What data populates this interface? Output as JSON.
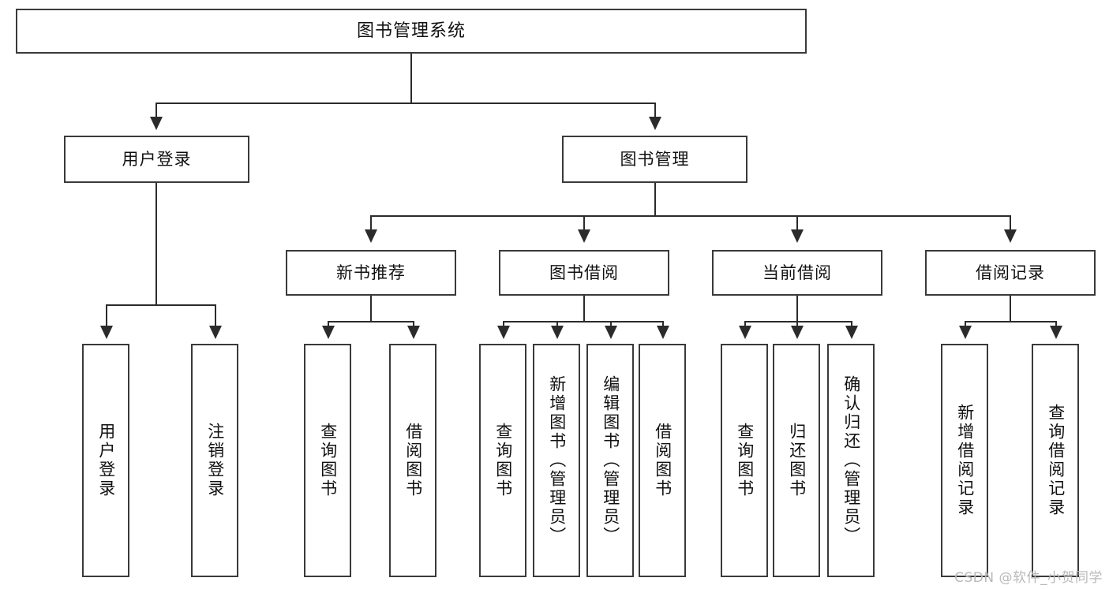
{
  "diagram": {
    "title": "图书管理系统",
    "watermark": "CSDN @软件_小贺同学",
    "levels": {
      "root": {
        "label": "图书管理系统"
      },
      "level2": [
        {
          "label": "用户登录"
        },
        {
          "label": "图书管理"
        }
      ],
      "level3": [
        {
          "label": "新书推荐"
        },
        {
          "label": "图书借阅"
        },
        {
          "label": "当前借阅"
        },
        {
          "label": "借阅记录"
        }
      ],
      "leaves": [
        {
          "label": "用户登录"
        },
        {
          "label": "注销登录"
        },
        {
          "label": "查询图书"
        },
        {
          "label": "借阅图书"
        },
        {
          "label": "查询图书"
        },
        {
          "label": "新增图书（管理员）"
        },
        {
          "label": "编辑图书（管理员）"
        },
        {
          "label": "借阅图书"
        },
        {
          "label": "查询图书"
        },
        {
          "label": "归还图书"
        },
        {
          "label": "确认归还（管理员）"
        },
        {
          "label": "新增借阅记录"
        },
        {
          "label": "查询借阅记录"
        }
      ]
    },
    "colors": {
      "box_border": "#3a3a3a",
      "connector": "#2b2b2b",
      "background": "#ffffff",
      "watermark": "#b9b9b9"
    }
  }
}
